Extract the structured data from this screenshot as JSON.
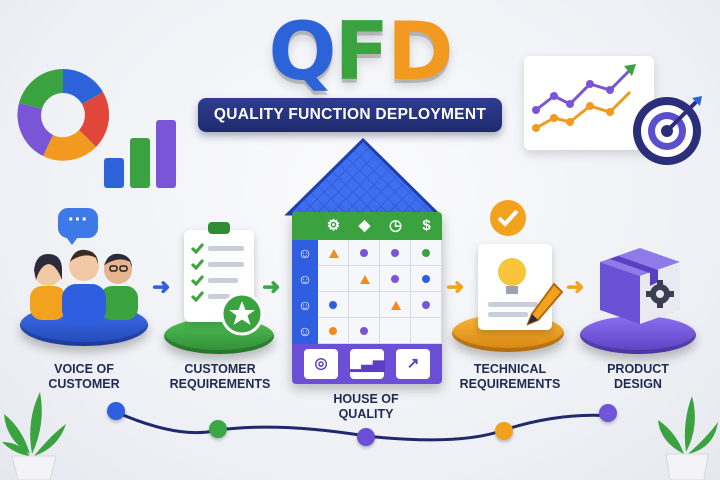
{
  "title": {
    "letters": [
      {
        "char": "Q",
        "color": "#2c63d9"
      },
      {
        "char": "F",
        "color": "#3aa33f"
      },
      {
        "char": "D",
        "color": "#f29a1f"
      }
    ],
    "subtitle": "QUALITY FUNCTION DEPLOYMENT"
  },
  "steps": [
    {
      "label": "VOICE OF\nCUSTOMER",
      "color": "#2f5fe0"
    },
    {
      "label": "CUSTOMER\nREQUIREMENTS",
      "color": "#39a844"
    },
    {
      "label": "HOUSE OF\nQUALITY",
      "color": "#6b4fd6"
    },
    {
      "label": "TECHNICAL\nREQUIREMENTS",
      "color": "#f3a21e"
    },
    {
      "label": "PRODUCT\nDESIGN",
      "color": "#6e55d8"
    }
  ],
  "house": {
    "header_icons": [
      "gear-icon",
      "shield-icon",
      "clock-icon",
      "dollar-icon"
    ],
    "header_glyphs": [
      "⚙",
      "◆",
      "◷",
      "$"
    ],
    "footer_glyphs": [
      "◎",
      "▁▃▅",
      "↗"
    ],
    "footer_icons": [
      "target-icon",
      "bar-chart-icon",
      "trend-icon"
    ]
  },
  "decor": {
    "donut_colors": [
      "#2c63d9",
      "#3aa33f",
      "#f29a1f",
      "#e0463a",
      "#7a55d8"
    ],
    "bars_colors": [
      "#2c63d9",
      "#3aa33f",
      "#7a55d8"
    ],
    "bars_levels": [
      0.45,
      0.75,
      1.0
    ]
  },
  "timeline_colors": [
    "#2f5fe0",
    "#39a844",
    "#6b4fd6",
    "#f3a21e",
    "#6e55d8"
  ]
}
